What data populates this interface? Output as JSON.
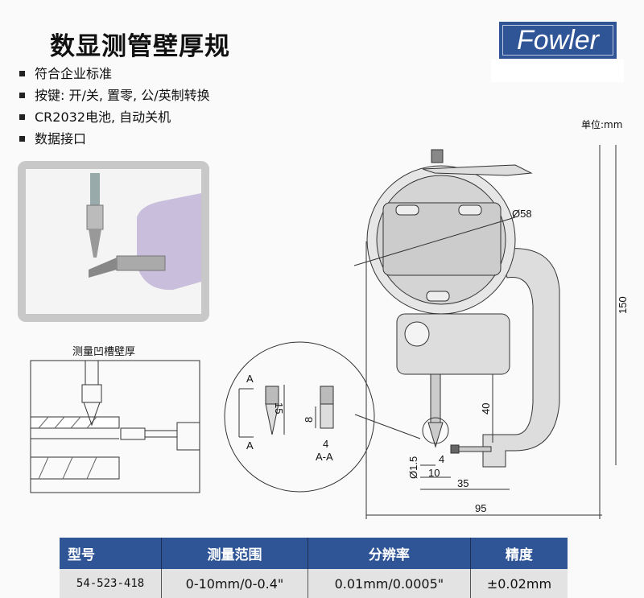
{
  "title": "数显测管壁厚规",
  "features": [
    "符合企业标准",
    "按键: 开/关, 置零, 公/英制转换",
    "CR2032电池, 自动关机",
    "数据接口"
  ],
  "logo": "Fowler",
  "unit_label": "单位:mm",
  "groove_label": "测量凹槽壁厚",
  "dimensions": {
    "dial_dia": "Ø58",
    "height": "150",
    "width": "95",
    "depth": "40",
    "reach": "35",
    "anvil_len": "10",
    "anvil_tip": "4",
    "anvil_dia": "Ø1.5",
    "tip_len": "15",
    "tip_flat": "8",
    "tip_width": "4",
    "section_a": "A",
    "section_aa": "A-A"
  },
  "table": {
    "headers": [
      "型号",
      "测量范围",
      "分辨率",
      "精度"
    ],
    "rows": [
      [
        "54-523-418",
        "0-10mm/0-0.4\"",
        "0.01mm/0.0005\"",
        "±0.02mm"
      ]
    ]
  }
}
